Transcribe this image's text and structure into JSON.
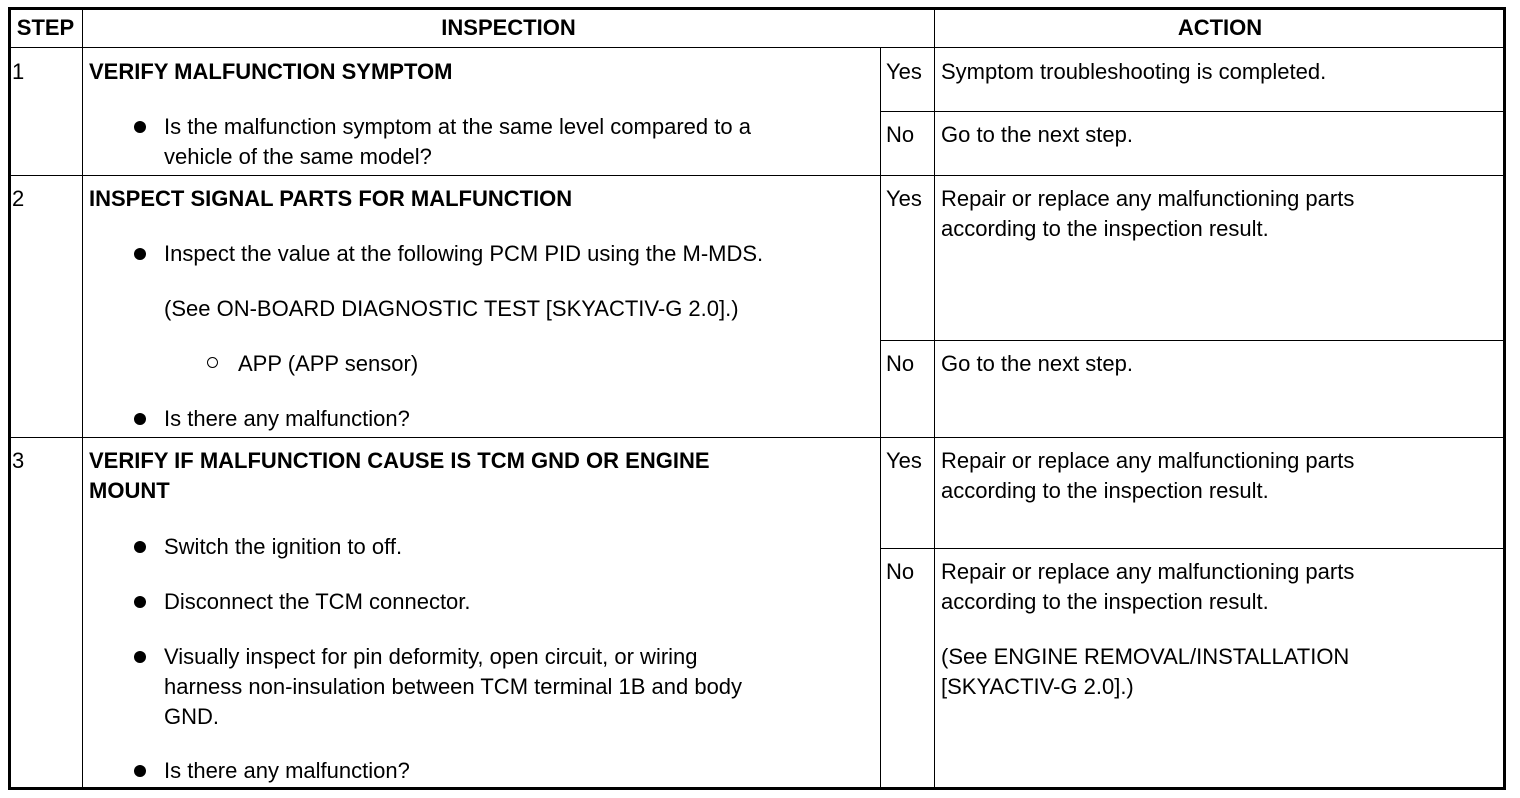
{
  "header": {
    "step": "STEP",
    "inspection": "INSPECTION",
    "action": "ACTION"
  },
  "steps": [
    {
      "number": "1",
      "title": "VERIFY MALFUNCTION SYMPTOM",
      "items": [
        "Is the malfunction symptom at the same level compared to a",
        "vehicle of the same model?"
      ],
      "yes_label": "Yes",
      "yes_action": "Symptom troubleshooting is completed.",
      "no_label": "No",
      "no_action": "Go to the next step."
    },
    {
      "number": "2",
      "title": "INSPECT SIGNAL PARTS FOR MALFUNCTION",
      "items": [
        "Inspect the value at the following PCM PID using the M-MDS.",
        "(See ON-BOARD DIAGNOSTIC TEST [SKYACTIV-G 2.0].)",
        "APP (APP sensor)",
        "Is there any malfunction?"
      ],
      "yes_label": "Yes",
      "yes_action": [
        "Repair or replace any malfunctioning parts",
        "according to the inspection result."
      ],
      "no_label": "No",
      "no_action": "Go to the next step."
    },
    {
      "number": "3",
      "title": [
        "VERIFY IF MALFUNCTION CAUSE IS TCM GND OR ENGINE",
        "MOUNT"
      ],
      "items": [
        "Switch the ignition to off.",
        "Disconnect the TCM connector.",
        "Visually inspect for pin deformity, open circuit, or wiring",
        "harness non-insulation between TCM terminal 1B and body",
        "GND.",
        "Is there any malfunction?"
      ],
      "yes_label": "Yes",
      "yes_action": [
        "Repair or replace any malfunctioning parts",
        "according to the inspection result."
      ],
      "no_label": "No",
      "no_action": [
        "Repair or replace any malfunctioning parts",
        "according to the inspection result.",
        "(See ENGINE REMOVAL/INSTALLATION",
        "[SKYACTIV-G 2.0].)"
      ]
    }
  ]
}
